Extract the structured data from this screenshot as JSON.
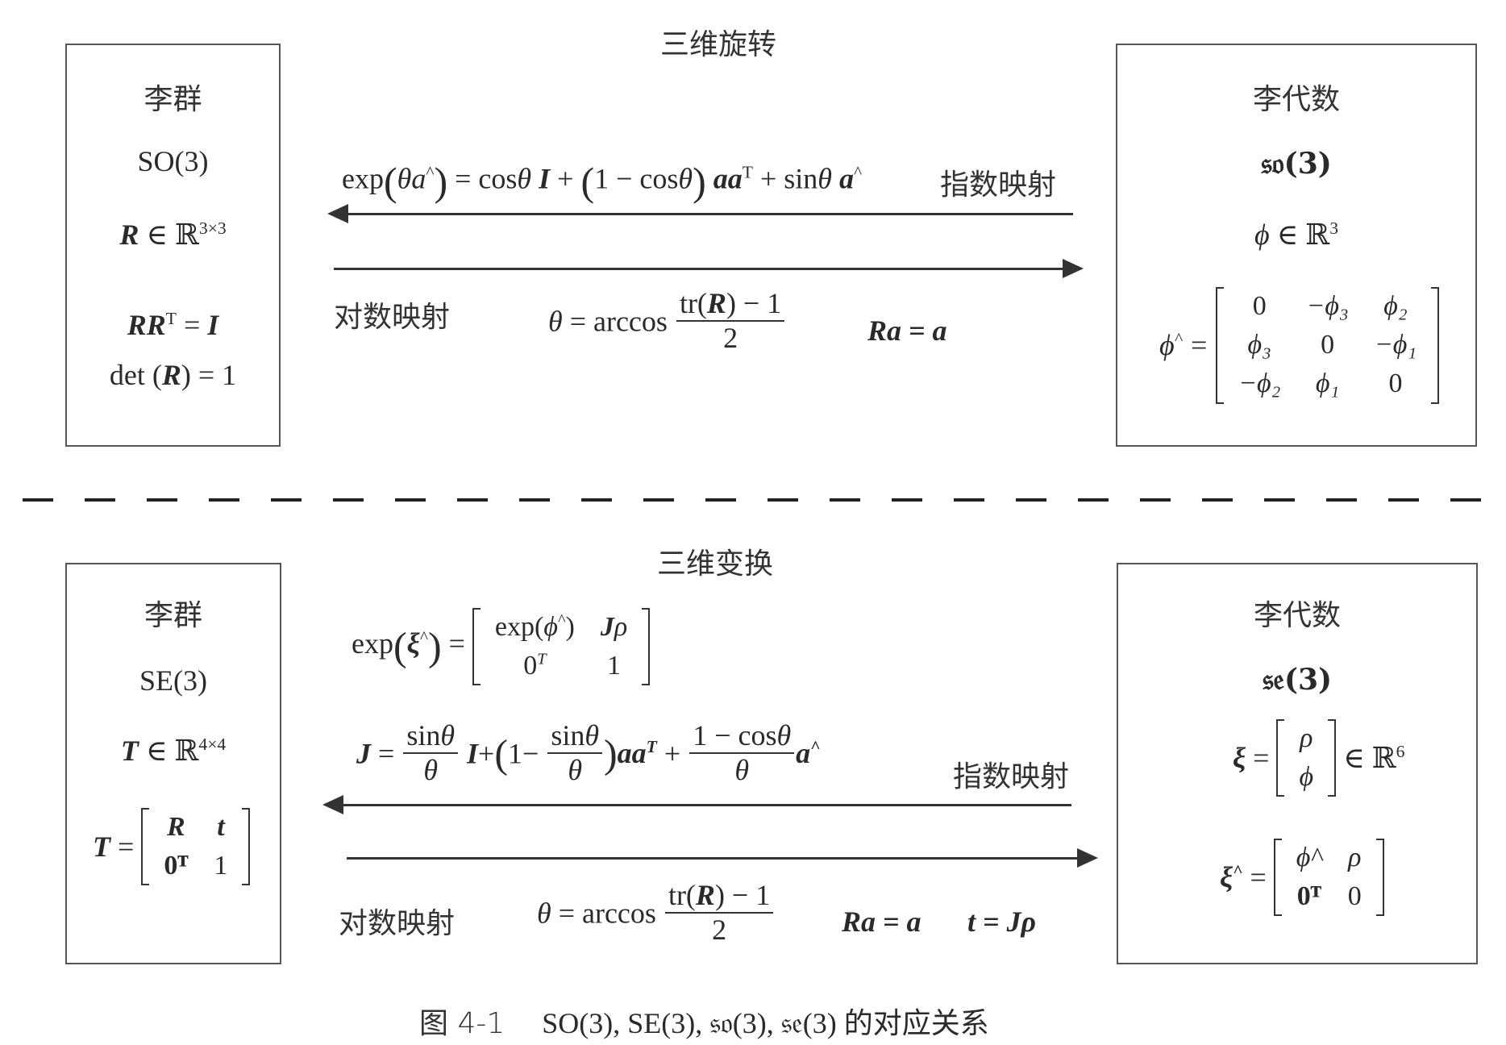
{
  "figure": {
    "caption_prefix": "图 4-1",
    "caption_body": "SO(3), SE(3), 𝔰𝔬(3), 𝔰𝔢(3) 的对应关系"
  },
  "rotation": {
    "title": "三维旋转",
    "lie_group": {
      "heading": "李群",
      "name": "SO(3)",
      "membership": "R ∈ ℝ³ˣ³",
      "constraint_1": "RRᵀ = I",
      "constraint_2": "det(R) = 1"
    },
    "lie_algebra": {
      "heading": "李代数",
      "name": "𝔰𝔬(3)",
      "membership": "ϕ ∈ ℝ³",
      "hat_lhs": "ϕ^ =",
      "hat_matrix": [
        [
          "0",
          "−ϕ₃",
          "ϕ₂"
        ],
        [
          "ϕ₃",
          "0",
          "−ϕ₁"
        ],
        [
          "−ϕ₂",
          "ϕ₁",
          "0"
        ]
      ]
    },
    "exp_map": {
      "label": "指数映射",
      "formula": "exp(θa^) = cosθ I + (1 − cosθ) aaᵀ + sinθ a^"
    },
    "log_map": {
      "label": "对数映射",
      "theta_lhs": "θ = arccos",
      "frac_num": "tr(R) − 1",
      "frac_den": "2",
      "axis_eq": "Ra = a"
    }
  },
  "transform": {
    "title": "三维变换",
    "lie_group": {
      "heading": "李群",
      "name": "SE(3)",
      "membership": "T ∈ ℝ⁴ˣ⁴",
      "matrix_lhs": "T =",
      "matrix": [
        [
          "R",
          "t"
        ],
        [
          "0ᵀ",
          "1"
        ]
      ]
    },
    "lie_algebra": {
      "heading": "李代数",
      "name": "𝔰𝔢(3)",
      "xi_lhs": "ξ =",
      "xi_vector": [
        "ρ",
        "ϕ"
      ],
      "xi_space": "∈ ℝ⁶",
      "hat_lhs": "ξ^ =",
      "hat_matrix": [
        [
          "ϕ^",
          "ρ"
        ],
        [
          "0ᵀ",
          "0"
        ]
      ]
    },
    "exp_map": {
      "label": "指数映射",
      "formula_lhs": "exp(ξ^) =",
      "formula_matrix": [
        [
          "exp(ϕ^)",
          "Jρ"
        ],
        [
          "0ᵀ",
          "1"
        ]
      ],
      "jacobian": "J = (sinθ/θ) I + (1 − sinθ/θ) aaᵀ + ((1 − cosθ)/θ) a^"
    },
    "log_map": {
      "label": "对数映射",
      "theta_lhs": "θ = arccos",
      "frac_num": "tr(R) − 1",
      "frac_den": "2",
      "axis_eq": "Ra = a",
      "trans_eq": "t = Jρ"
    }
  }
}
